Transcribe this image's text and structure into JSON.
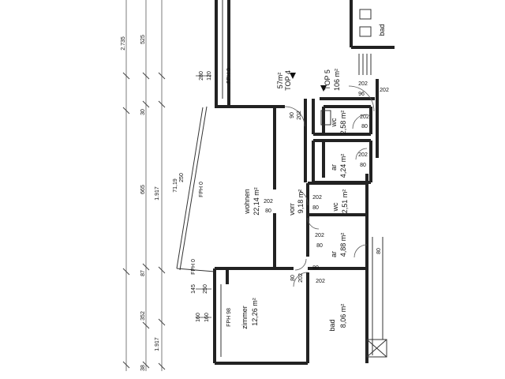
{
  "plan": {
    "dim_chain": [
      "2.735",
      "525",
      "30",
      "665",
      "1.917",
      "87",
      "352",
      "1.917",
      "38"
    ],
    "top_labels": [
      "TOP 4",
      "57m²",
      "TOP 5",
      "106 m²"
    ],
    "rooms": [
      {
        "name": "wohnen",
        "area": "22,14 m²"
      },
      {
        "name": "vorr",
        "area": "9,18 m²"
      },
      {
        "name": "wc",
        "area": "2,58 m²"
      },
      {
        "name": "ar",
        "area": "4,24 m²"
      },
      {
        "name": "wc",
        "area": "2,51 m²"
      },
      {
        "name": "ar",
        "area": "4,88 m²"
      },
      {
        "name": "zimmer",
        "area": "12,26 m²"
      },
      {
        "name": "bad",
        "area": "8,06 m²"
      },
      {
        "name": "bad",
        "area": ""
      }
    ],
    "window_labels": [
      {
        "width": "280",
        "height": "120",
        "fph": "FPH 0"
      },
      {
        "width": "250",
        "height": "",
        "fph": "FPH 0"
      },
      {
        "width": "145",
        "height": "250",
        "fph": "FPH 0"
      },
      {
        "width": "160",
        "height": "160",
        "fph": "FPH 98"
      }
    ],
    "balcony_area": "71,19",
    "door_labels": [
      "202",
      "90",
      "202",
      "96",
      "202",
      "80",
      "202",
      "80",
      "202",
      "80",
      "202",
      "80",
      "202",
      "80",
      "202",
      "80",
      "202",
      "80",
      "80",
      "202"
    ]
  }
}
